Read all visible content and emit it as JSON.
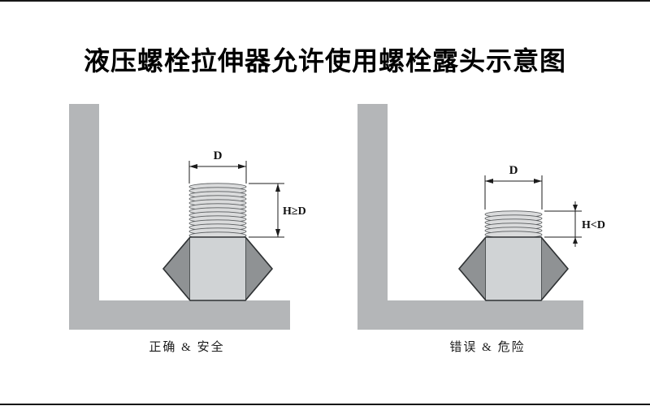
{
  "title": "液压螺栓拉伸器允许使用螺栓露头示意图",
  "left": {
    "dim_d": "D",
    "dim_h": "H≥D",
    "caption": "正确 & 安全"
  },
  "right": {
    "dim_d": "D",
    "dim_h": "H<D",
    "caption": "错误 & 危险"
  },
  "colors": {
    "background": "#ffffff",
    "structure_gray": "#b4b6b8",
    "nut_side_gray": "#8f9294",
    "nut_center_gray": "#d0d3d5",
    "thread_gray": "#dadbdc",
    "line_black": "#1c1c1c"
  }
}
